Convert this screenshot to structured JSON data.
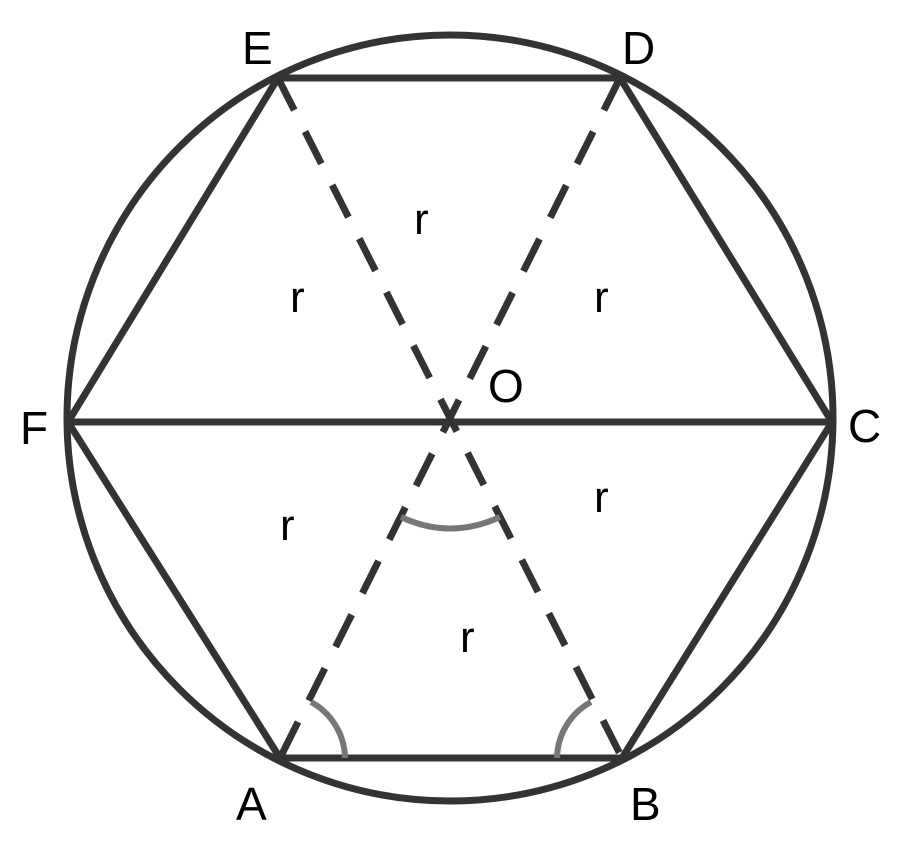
{
  "diagram": {
    "title": "Regular hexagon ABCDEF inscribed in circle with center O",
    "center_label": "O",
    "vertices": [
      {
        "id": "A",
        "label": "A"
      },
      {
        "id": "B",
        "label": "B"
      },
      {
        "id": "C",
        "label": "C"
      },
      {
        "id": "D",
        "label": "D"
      },
      {
        "id": "E",
        "label": "E"
      },
      {
        "id": "F",
        "label": "F"
      }
    ],
    "sides": [
      "AB",
      "BC",
      "CD",
      "DE",
      "EF",
      "FA"
    ],
    "solid_diagonals": [
      "FC"
    ],
    "dashed_radii": [
      "OE",
      "OD",
      "OA",
      "OB"
    ],
    "radius_labels": [
      "r",
      "r",
      "r",
      "r",
      "r",
      "r"
    ],
    "angle_marks": [
      "angle AOB",
      "angle OAB",
      "angle OBA"
    ],
    "colors": {
      "stroke": "#333333",
      "angle_mark": "#777777",
      "text": "#000000"
    }
  }
}
